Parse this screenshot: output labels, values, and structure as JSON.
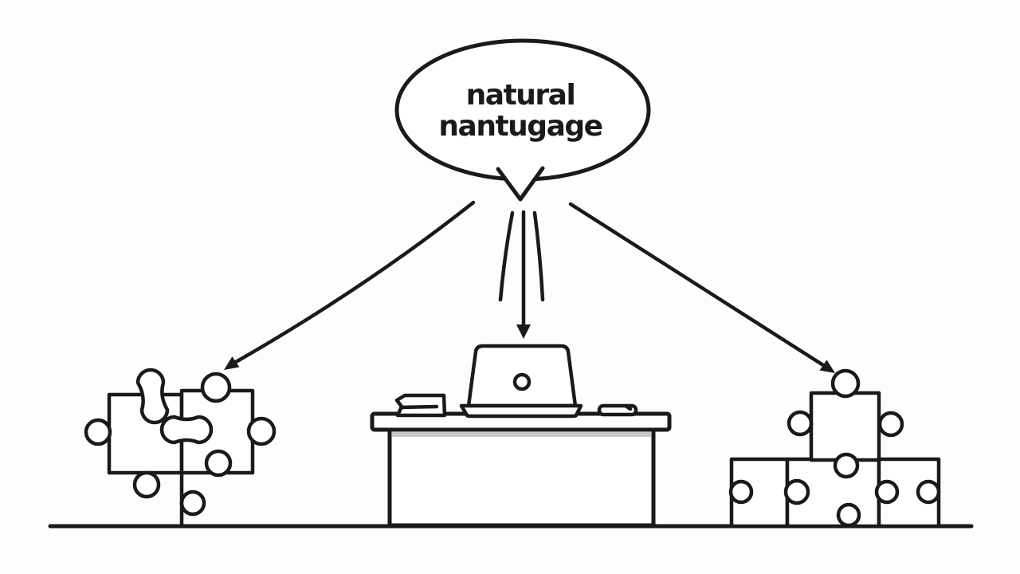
{
  "bubble": {
    "line1": "natural",
    "line2": "nantugage"
  },
  "colors": {
    "ink": "#1a1a1a",
    "paper": "#ffffff",
    "background": "#fdfdfc",
    "desk_shadow": "#c9c9c9"
  },
  "illustration": {
    "speech_bubble": "rounded speech bubble with down-pointing tail",
    "arrows": [
      "curved-arrow-to-left-puzzle",
      "straight-down-arrow-to-desk",
      "curved-arrow-to-right-puzzle"
    ],
    "left_figure": "two interlocked jigsaw puzzle pieces with hanging connector",
    "center_figure": "desk with open laptop, book and notepad",
    "right_figure": "pyramid of stacked jigsaw puzzle pieces",
    "ground": "horizontal ground line"
  }
}
